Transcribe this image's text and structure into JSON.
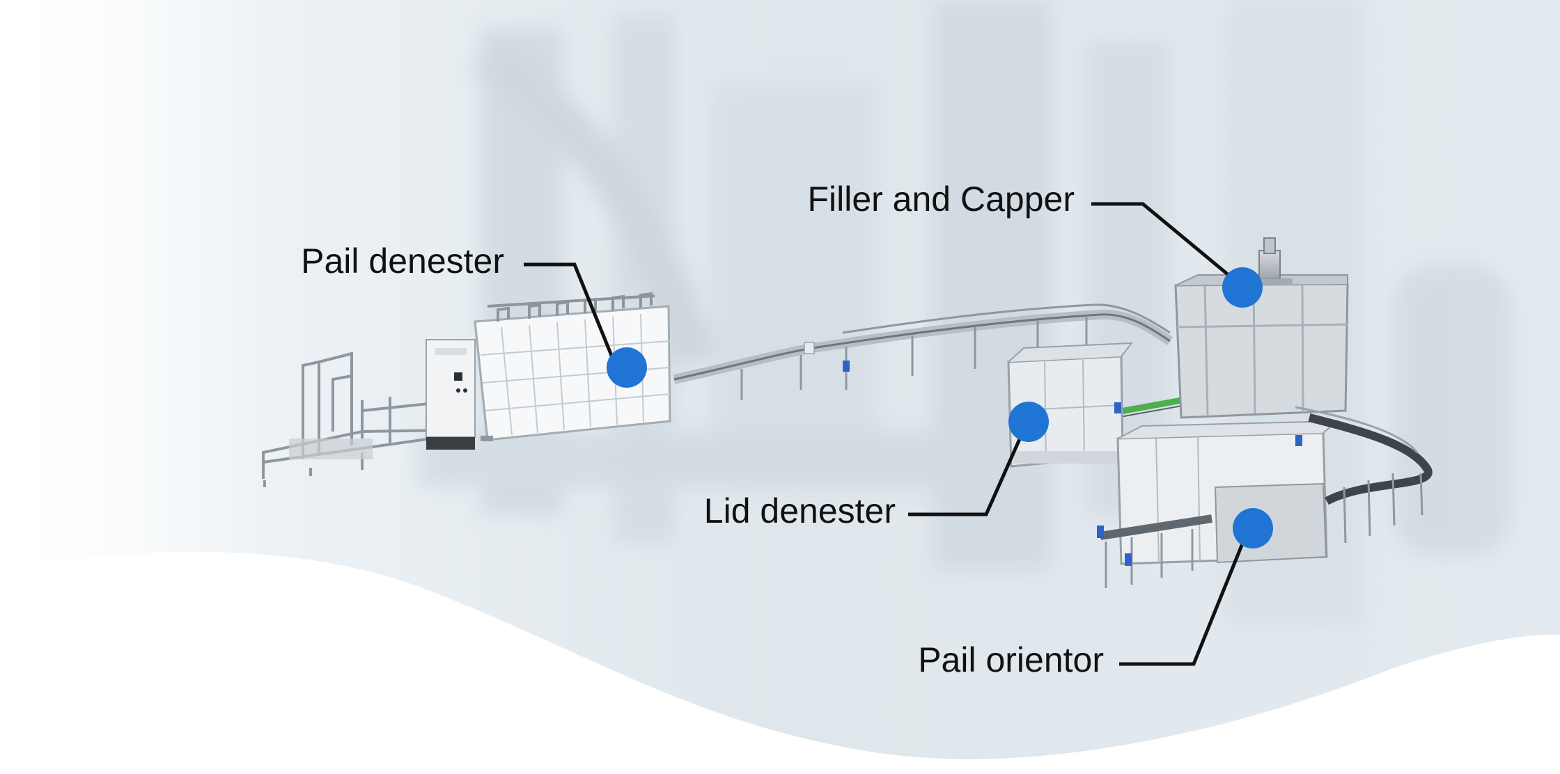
{
  "colors": {
    "hotspot": "#1f74d4",
    "leader": "#111111",
    "label": "#111111",
    "background_haze": "#dde6ec",
    "wave": "#ffffff"
  },
  "callouts": [
    {
      "id": "pail-denester",
      "label": "Pail denester"
    },
    {
      "id": "filler-and-capper",
      "label": "Filler and Capper"
    },
    {
      "id": "lid-denester",
      "label": "Lid denester"
    },
    {
      "id": "pail-orientor",
      "label": "Pail orientor"
    }
  ]
}
